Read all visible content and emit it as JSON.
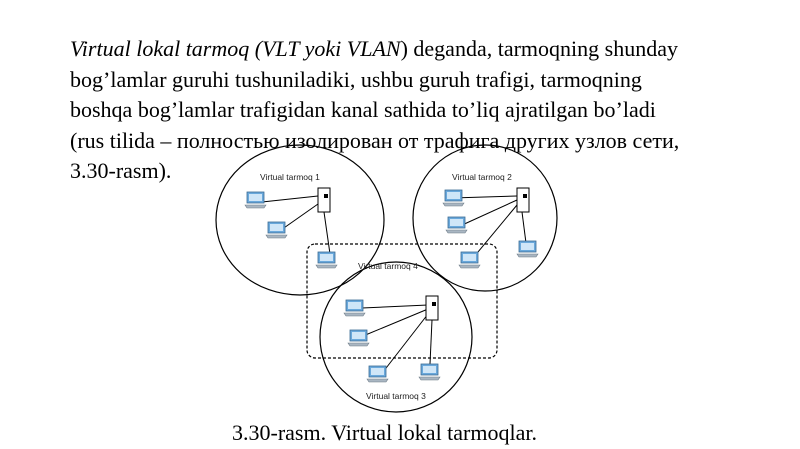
{
  "paragraph": {
    "term": "Virtual lokal tarmoq (VLT yoki VLAN",
    "line1_rest": ") deganda, tarmoqning shunday",
    "line2": "bog’lamlar guruhi tushuniladiki, ushbu guruh trafigi, tarmoqning",
    "line3": "boshqa bog’lamlar trafigidan kanal sathida to’liq ajratilgan bo’ladi",
    "line4": "(rus tilida – полностью изолирован от трафига других узлов сети,",
    "line5": "3.30-rasm)."
  },
  "diagram": {
    "networks": [
      {
        "label": "Virtual tarmoq 1"
      },
      {
        "label": "Virtual tarmoq 2"
      },
      {
        "label": "Virtual tarmoq 3"
      },
      {
        "label": "Virtual tarmoq 4"
      }
    ]
  },
  "caption": "3.30-rasm. Virtual lokal tarmoqlar."
}
